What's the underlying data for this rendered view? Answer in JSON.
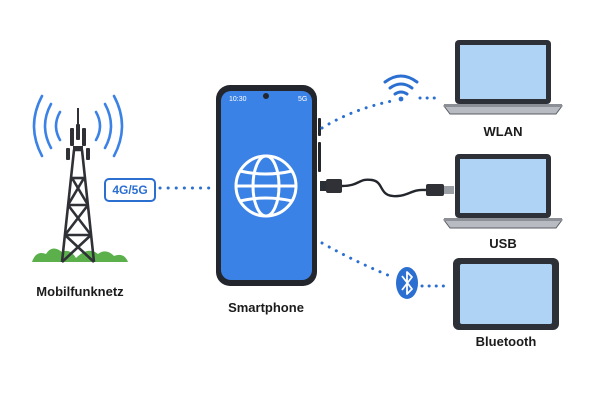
{
  "cellular": {
    "label": "Mobilfunknetz",
    "badge": "4G/5G"
  },
  "phone": {
    "label": "Smartphone",
    "status_time": "10:30",
    "status_network": "5G",
    "screen_icon": "globe-icon"
  },
  "connections": [
    {
      "label": "WLAN",
      "icon": "wifi-icon",
      "device": "laptop"
    },
    {
      "label": "USB",
      "icon": "usb-cable",
      "device": "laptop"
    },
    {
      "label": "Bluetooth",
      "icon": "bluetooth-icon",
      "device": "tablet"
    }
  ],
  "colors": {
    "accent": "#2b6fd1",
    "screen": "#3b82e6",
    "device_frame": "#2a2e35",
    "dots": "#2b6fd1"
  }
}
